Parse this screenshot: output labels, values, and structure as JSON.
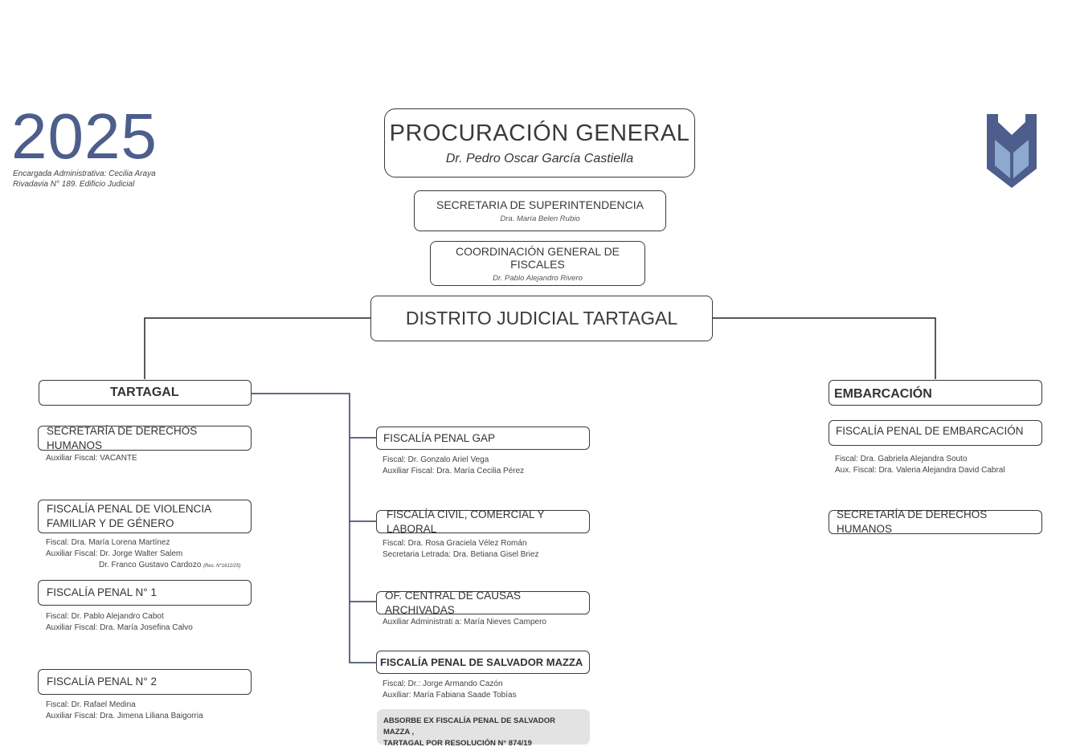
{
  "header": {
    "year": "2025",
    "admin_line1": "Encargada Administrativa: Cecilia Araya",
    "admin_line2": "Rivadavia N° 189. Edificio Judicial"
  },
  "logo": {
    "icon": "shield-book-icon",
    "colors": {
      "outer": "#4d5e8c",
      "inner": "#8da9d0"
    }
  },
  "procuracion": {
    "title": "PROCURACIÓN GENERAL",
    "name": "Dr. Pedro Oscar García Castiella"
  },
  "superintendencia": {
    "title": "SECRETARIA DE SUPERINTENDENCIA",
    "name": "Dra. María Belen Rubio"
  },
  "coordinacion": {
    "title": "COORDINACIÓN GENERAL DE FISCALES",
    "name": "Dr. Pablo Alejandro Rivero"
  },
  "distrito": {
    "title": "DISTRITO JUDICIAL TARTAGAL"
  },
  "tartagal": {
    "title": "TARTAGAL",
    "ddhh": {
      "title": "SECRETARÍA DE DERECHOS HUMANOS",
      "line1": "Auxiliar Fiscal: VACANTE"
    },
    "violencia": {
      "title1": "FISCALÍA PENAL DE VIOLENCIA",
      "title2": "FAMILIAR Y DE GÉNERO",
      "line1": "Fiscal: Dra. María Lorena Martínez",
      "line2": "Auxiliar Fiscal: Dr. Jorge Walter Salem",
      "line3": "Dr. Franco Gustavo Cardozo",
      "line3_note": "(Res. N°1612/25)"
    },
    "penal1": {
      "title": "FISCALÍA PENAL N° 1",
      "line1": "Fiscal: Dr. Pablo Alejandro Cabot",
      "line2": "Auxiliar Fiscal: Dra. María Josefina Calvo"
    },
    "penal2": {
      "title": "FISCALÍA PENAL N° 2",
      "line1": "Fiscal: Dr. Rafael Medina",
      "line2": "Auxiliar Fiscal: Dra. Jimena Liliana Baigorria"
    },
    "gap": {
      "title": "FISCALÍA PENAL GAP",
      "line1": "Fiscal: Dr. Gonzalo Ariel Vega",
      "line2": "Auxiliar Fiscal: Dra. María Cecilia Pérez"
    },
    "civil": {
      "title": "FISCALÍA CIVIL, COMERCIAL Y LABORAL",
      "line1": "Fiscal: Dra. Rosa Graciela Vélez Román",
      "line2": "Secretaria Letrada: Dra. Betiana Gisel Briez"
    },
    "archivadas": {
      "title": "OF. CENTRAL DE CAUSAS ARCHIVADAS",
      "line1": "Auxiliar Administrati  a: María Nieves Campero"
    },
    "mazza": {
      "title": "FISCALÍA PENAL DE SALVADOR MAZZA",
      "line1": "Fiscal: Dr.: Jorge Armando  Cazón",
      "line2": "Auxiliar: María Fabiana Saade Tobías",
      "note1": "ABSORBE EX FISCALÍA PENAL DE SALVADOR MAZZA ,",
      "note2": "TARTAGAL POR RESOLUCIÓN N° 874/19"
    }
  },
  "embarcacion": {
    "title": "EMBARCACIÓN",
    "penal": {
      "title": "FISCALÍA PENAL DE EMBARCACIÓN",
      "line1": "Fiscal: Dra. Gabriela Alejandra Souto",
      "line2": "Aux. Fiscal: Dra. Valeria Alejandra David Cabral"
    },
    "ddhh": {
      "title": "SECRETARÍA DE DERECHOS HUMANOS"
    }
  }
}
